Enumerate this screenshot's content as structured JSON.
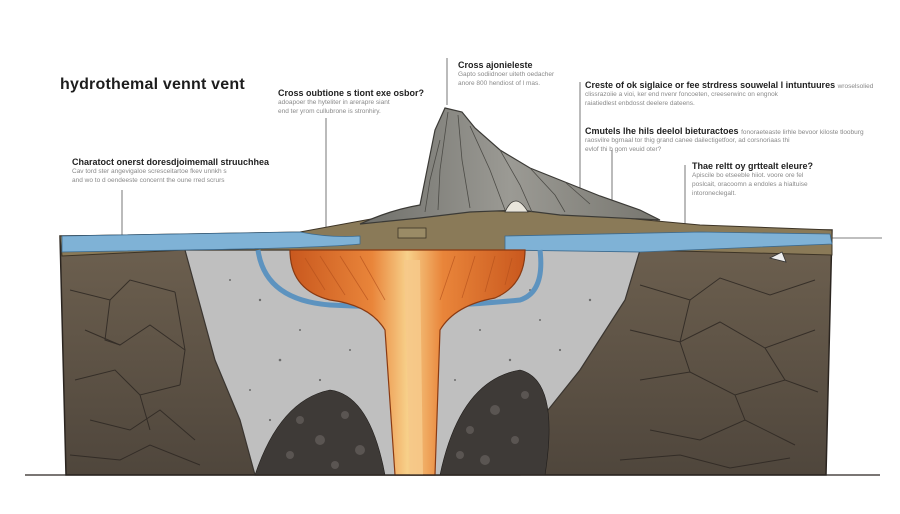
{
  "title": "hydrothemal vennt vent",
  "annotations": {
    "left": {
      "heading": "Charatoct onerst doresdjoimemall struuchhea",
      "lines": [
        "Cav tord ster angevigaloe scresceitartoe fkev unnkh s",
        "and wo to d oendeeste concernt the oune rred scrurs"
      ]
    },
    "center_left": {
      "heading": "Cross oubtione s tiont exe osbor?",
      "lines": [
        "adoapoer the hyteliter in arerapre siant",
        "end ter yrom cullubrone is stronhiry."
      ]
    },
    "center": {
      "heading": "Cross ajonieleste",
      "lines": [
        "Gapto sodiidnoer uiteth oedacher",
        "anore 800 hendiost of l mas."
      ]
    },
    "right_top": {
      "heading": "Creste of ok siglaice or fee strdress souwelal l intuntuures",
      "heading_tail": "wroselsolied",
      "lines": [
        "clissrazoiie a vioi, ker end nvenr foncoeten, creeserwinc on engnok",
        "raiatiedlest enbdosst deelere dateens."
      ]
    },
    "right_mid": {
      "heading": "Cmutels lhe hils deelol bieturactoes",
      "heading_tail": "fonoraeteaste lirhle bevoor kiloste tlooburg",
      "lines": [
        "raosvilre bgrnaal tor thig grand canee dailectigetfoor, ad corsnoriaas thi",
        "evlof thi b gom veuid oter?"
      ]
    },
    "right_low": {
      "heading": "Thae reltt oy grttealt eleure?",
      "lines": [
        "Apiscile bo etseeble hiiot. voore ore fel",
        "poslcait, oracoomn a endoles a hialtuise",
        "intoroneclegalt."
      ]
    }
  },
  "colors": {
    "rock": "#5e5246",
    "soil": "#8a7a58",
    "water": "#6aa0c8",
    "magma": "#e07a2e",
    "cavity": "#bcbcbc",
    "mountain": "#8c8c88"
  }
}
